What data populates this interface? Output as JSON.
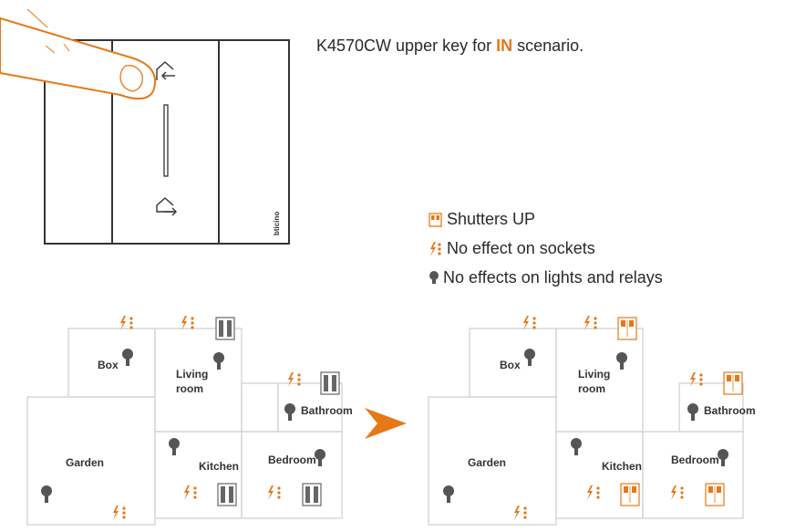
{
  "caption": {
    "prefix": "K4570CW upper key for ",
    "highlight": "IN",
    "suffix": " scenario."
  },
  "legend": [
    {
      "icon": "shutter-up-icon",
      "text": "Shutters UP"
    },
    {
      "icon": "socket-bolt-icon",
      "text": "No effect on sockets"
    },
    {
      "icon": "bulb-icon",
      "text": "No effects on lights and relays"
    }
  ],
  "device": {
    "brand_mark": "bticino",
    "keys": [
      "enter-home-key",
      "leave-home-key"
    ]
  },
  "rooms_before": {
    "box": "Box",
    "living": "Living",
    "living2": "room",
    "bathroom": "Bathroom",
    "garden": "Garden",
    "kitchen": "Kitchen",
    "bedroom": "Bedroom"
  },
  "rooms_after": {
    "box": "Box",
    "living": "Living",
    "living2": "room",
    "bathroom": "Bathroom",
    "garden": "Garden",
    "kitchen": "Kitchen",
    "bedroom": "Bedroom"
  },
  "colors": {
    "accent": "#e67817",
    "wall": "#cfcfcf",
    "icon_gray": "#555555",
    "shutter_closed": "#666666"
  }
}
